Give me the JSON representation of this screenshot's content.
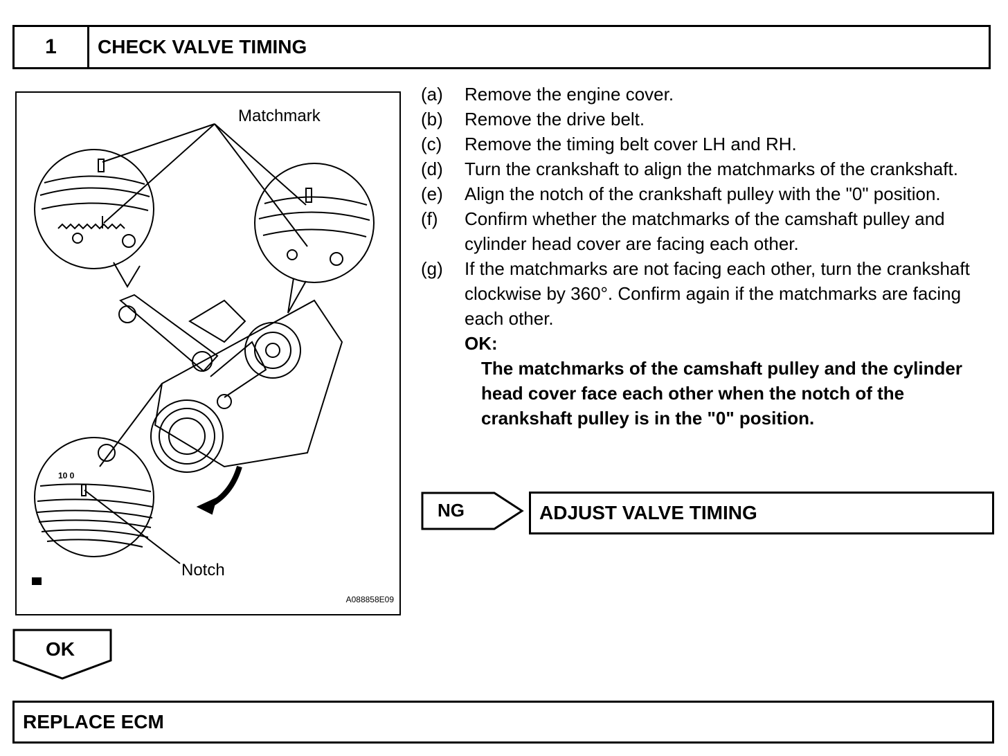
{
  "step": {
    "number": "1",
    "title": "CHECK VALVE TIMING"
  },
  "figure": {
    "label_matchmark": "Matchmark",
    "label_notch": "Notch",
    "code": "A088858E09",
    "wheel_marks": "10 0",
    "icon": "camera-icon"
  },
  "instructions": [
    {
      "letter": "(a)",
      "text": "Remove the engine cover."
    },
    {
      "letter": "(b)",
      "text": "Remove the drive belt."
    },
    {
      "letter": "(c)",
      "text": "Remove the timing belt cover LH and RH."
    },
    {
      "letter": "(d)",
      "text": "Turn the crankshaft to align the matchmarks of the crankshaft."
    },
    {
      "letter": "(e)",
      "text": "Align the notch of the crankshaft pulley with the \"0\" position."
    },
    {
      "letter": "(f)",
      "text": "Confirm whether the matchmarks of the camshaft pulley and cylinder head cover are facing each other."
    },
    {
      "letter": "(g)",
      "text": "If the matchmarks are not facing each other, turn the crankshaft clockwise by 360°. Confirm again if the matchmarks are facing each other."
    }
  ],
  "ok_condition": {
    "label": "OK:",
    "text": "The matchmarks of the camshaft pulley and the cylinder head cover face each other when the notch of the crankshaft pulley is in the \"0\" position."
  },
  "ng_branch": {
    "label": "NG",
    "action": "ADJUST VALVE TIMING"
  },
  "ok_branch": {
    "label": "OK",
    "action": "REPLACE ECM"
  }
}
